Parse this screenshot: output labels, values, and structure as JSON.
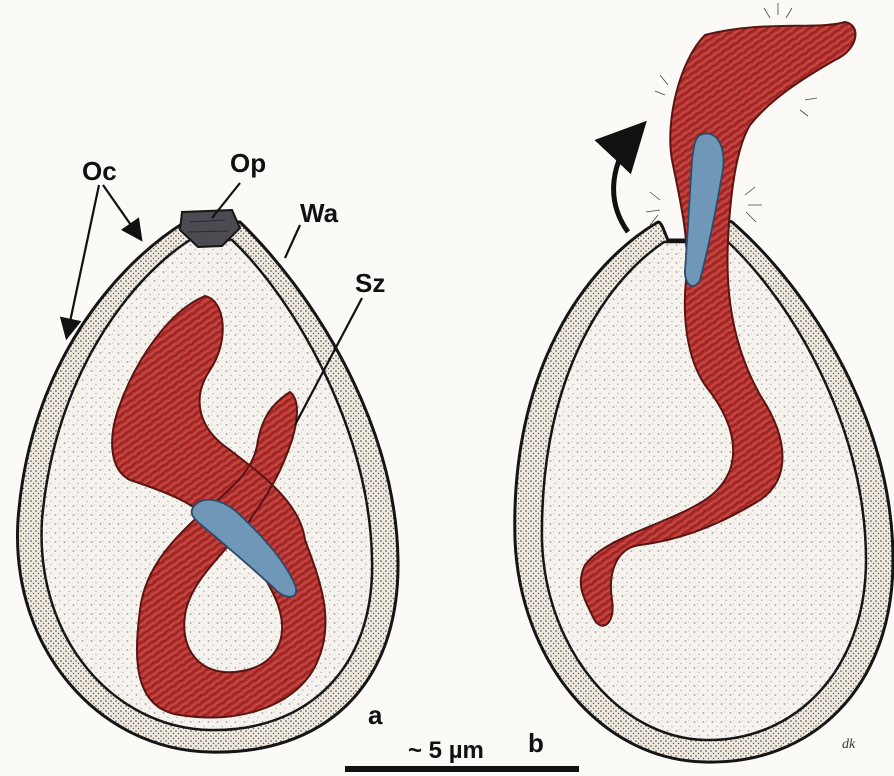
{
  "labels": {
    "oc": "Oc",
    "op": "Op",
    "wa": "Wa",
    "sz": "Sz",
    "panel_a": "a",
    "panel_b": "b",
    "scale": "~ 5 µm",
    "signature": "dk"
  },
  "colors": {
    "background": "#fbfaf7",
    "outline": "#151515",
    "wall_fill": "#f0ece4",
    "interior": "#f6f3ee",
    "sporozoite": "#b8322f",
    "sporozoite_dark": "#7d1e1c",
    "nucleus": "#6f97b8",
    "operculum": "#4d4a52"
  },
  "icons": {
    "arrow": "curved-arrow-icon"
  }
}
